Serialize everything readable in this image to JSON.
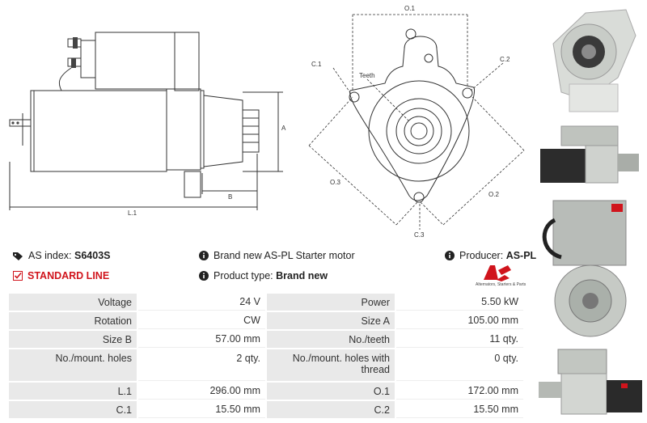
{
  "drawing_labels": {
    "L1": "L.1",
    "A": "A",
    "B": "B",
    "O1": "O.1",
    "O2": "O.2",
    "O3": "O.3",
    "C1": "C.1",
    "C2": "C.2",
    "C3": "C.3",
    "teeth": "Teeth"
  },
  "info": {
    "as_index_label": "AS index:",
    "as_index_value": "S6403S",
    "description": "Brand new AS-PL Starter motor",
    "producer_label": "Producer:",
    "producer_value": "AS-PL",
    "line": "STANDARD LINE",
    "product_type_label": "Product type:",
    "product_type_value": "Brand new",
    "logo_tagline": "Alternators, Starters & Parts"
  },
  "specs": {
    "rows": [
      {
        "l1": "Voltage",
        "v1": "24 V",
        "l2": "Power",
        "v2": "5.50 kW"
      },
      {
        "l1": "Rotation",
        "v1": "CW",
        "l2": "Size A",
        "v2": "105.00 mm"
      },
      {
        "l1": "Size B",
        "v1": "57.00 mm",
        "l2": "No./teeth",
        "v2": "11 qty."
      },
      {
        "l1": "No./mount. holes",
        "v1": "2 qty.",
        "l2": "No./mount. holes with thread",
        "v2": "0 qty."
      },
      {
        "l1": "L.1",
        "v1": "296.00 mm",
        "l2": "O.1",
        "v2": "172.00 mm"
      },
      {
        "l1": "C.1",
        "v1": "15.50 mm",
        "l2": "C.2",
        "v2": "15.50 mm"
      }
    ]
  },
  "colors": {
    "accent_red": "#d0141c",
    "label_bg": "#e9e9e9"
  }
}
